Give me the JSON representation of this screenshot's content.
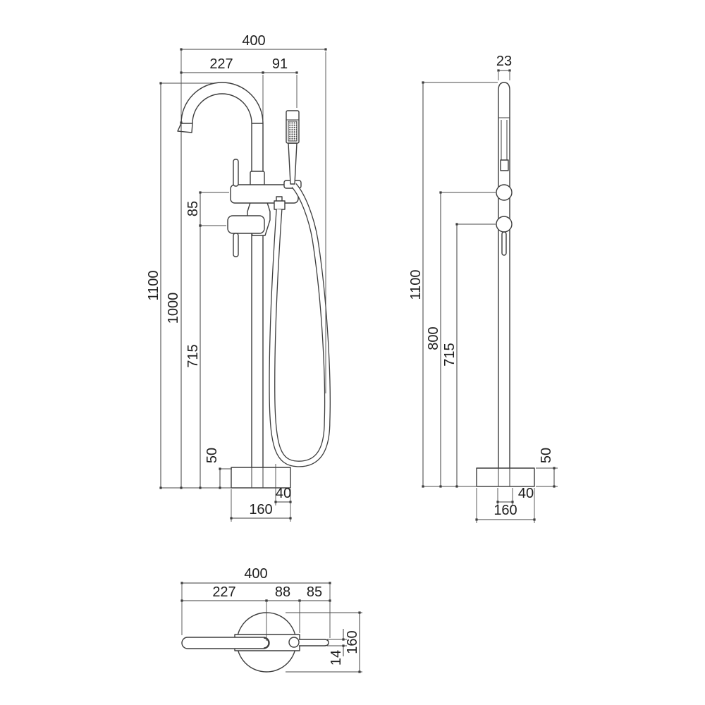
{
  "drawing": {
    "description": "Freestanding bathtub faucet with hand shower - dimensional drawing, three views",
    "colors": {
      "line": "#3d3d3d",
      "background": "#ffffff",
      "text": "#1e1e1e"
    }
  },
  "front_view": {
    "overall_width": "400",
    "spout_projection": "227",
    "handshower_projection": "91",
    "overall_height": "1100",
    "spout_outlet_height": "1000",
    "lower_handle_height": "715",
    "handle_spacing": "85",
    "base_plate_height": "50",
    "base_edge_offset": "40",
    "base_plate_diameter": "160"
  },
  "side_view": {
    "handshower_width": "23",
    "overall_height": "1100",
    "upper_valve_height": "800",
    "lower_valve_height": "715",
    "base_plate_height": "50",
    "base_edge_offset": "40",
    "base_plate_diameter": "160"
  },
  "top_view": {
    "overall_width": "400",
    "handle_projection": "227",
    "valve_body_width": "88",
    "spout_projection": "85",
    "spout_tip_width": "14",
    "base_plate_diameter": "160"
  }
}
